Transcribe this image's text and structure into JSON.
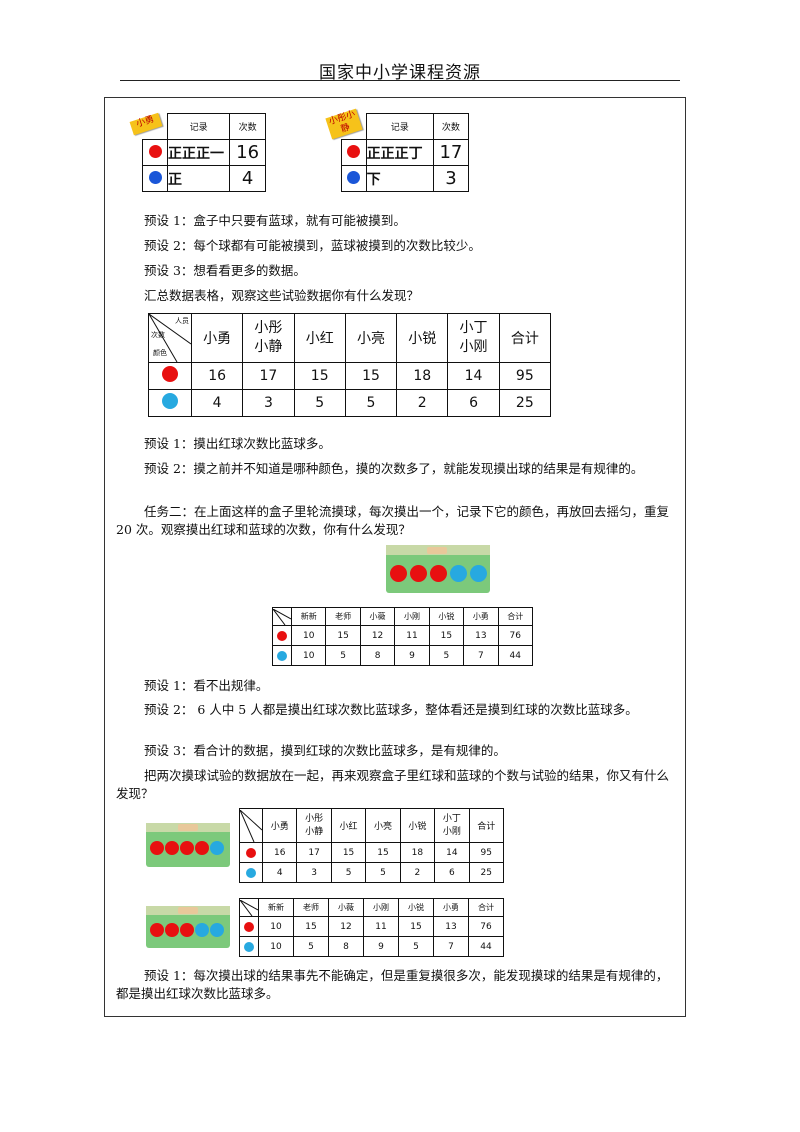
{
  "header": {
    "title": "国家中小学课程资源"
  },
  "record_tables": [
    {
      "tag": "小勇",
      "col_record": "记录",
      "col_count": "次数",
      "rows": [
        {
          "ball": "red",
          "record": "正正正一",
          "count": "16"
        },
        {
          "ball": "blue",
          "record": "正",
          "count": "4"
        }
      ]
    },
    {
      "tag": "小彤小静",
      "col_record": "记录",
      "col_count": "次数",
      "rows": [
        {
          "ball": "red",
          "record": "正正正丁",
          "count": "17"
        },
        {
          "ball": "blue",
          "record": "下",
          "count": "3"
        }
      ]
    }
  ],
  "para1": [
    "预设 1：盒子中只要有蓝球，就有可能被摸到。",
    "预设 2：每个球都有可能被摸到，蓝球被摸到的次数比较少。",
    "预设 3：想看看更多的数据。",
    "汇总数据表格，观察这些试验数据你有什么发现？"
  ],
  "summary1": {
    "corner": {
      "top": "人员",
      "mid": "次数",
      "bottom": "颜色"
    },
    "headers": [
      "小勇",
      "小彤\n小静",
      "小红",
      "小亮",
      "小锐",
      "小丁\n小刚",
      "合计"
    ],
    "red": [
      "16",
      "17",
      "15",
      "15",
      "18",
      "14",
      "95"
    ],
    "blue": [
      "4",
      "3",
      "5",
      "5",
      "2",
      "6",
      "25"
    ]
  },
  "para2": [
    "预设 1：摸出红球次数比蓝球多。",
    "预设 2：摸之前并不知道是哪种颜色，摸的次数多了，就能发现摸出球的结果是有规律的。",
    "任务二：在上面这样的盒子里轮流摸球，每次摸出一个，记录下它的颜色，再放回去摇匀，重复 20 次。观察摸出红球和蓝球的次数，你有什么发现？"
  ],
  "summary2": {
    "headers": [
      "新新",
      "老师",
      "小薇",
      "小刚",
      "小锐",
      "小勇",
      "合计"
    ],
    "red": [
      "10",
      "15",
      "12",
      "11",
      "15",
      "13",
      "76"
    ],
    "blue": [
      "10",
      "5",
      "8",
      "9",
      "5",
      "7",
      "44"
    ]
  },
  "para3": [
    "预设 1：看不出规律。",
    "预设 2： 6 人中 5 人都是摸出红球次数比蓝球多，整体看还是摸到红球的次数比蓝球多。",
    "预设 3：看合计的数据，摸到红球的次数比蓝球多，是有规律的。",
    "把两次摸球试验的数据放在一起，再来观察盒子里红球和蓝球的个数与试验的结果，你又有什么发现？"
  ],
  "para4": [
    "预设 1：每次摸出球的结果事先不能确定，但是重复摸很多次，能发现摸球的结果是有规律的，都是摸出红球次数比蓝球多。"
  ],
  "colors": {
    "red": "#e81010",
    "blue": "#1a56d8",
    "cyan": "#27a9e0",
    "box_green": "#7cc97b",
    "tag_yellow": "#f6c21a"
  }
}
